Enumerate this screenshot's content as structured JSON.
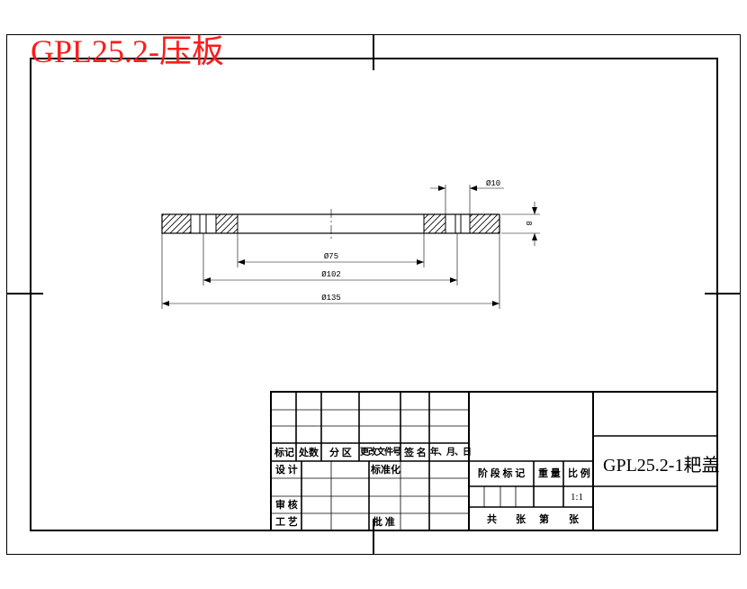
{
  "header": {
    "drawing_title": "GPL25.2-压板"
  },
  "dimensions": {
    "d10": "Ø10",
    "thickness": "8",
    "d75": "Ø75",
    "d102": "Ø102",
    "d135": "Ø135"
  },
  "title_block": {
    "row_labels": {
      "mark": "标记",
      "count": "处数",
      "zone": "分 区",
      "change_doc": "更改文件号",
      "signature": "签 名",
      "date": "年、月、日",
      "design": "设 计",
      "standardization": "标准化",
      "review": "审 核",
      "process": "工 艺",
      "approve": "批 准"
    },
    "stage_mark": "阶 段 标 记",
    "weight": "重 量",
    "scale_label": "比 例",
    "scale_value": "1:1",
    "total": "共",
    "sheet_unit_1": "张",
    "sheet_no": "第",
    "sheet_unit_2": "张",
    "part_name": "GPL25.2-1耙盖"
  }
}
